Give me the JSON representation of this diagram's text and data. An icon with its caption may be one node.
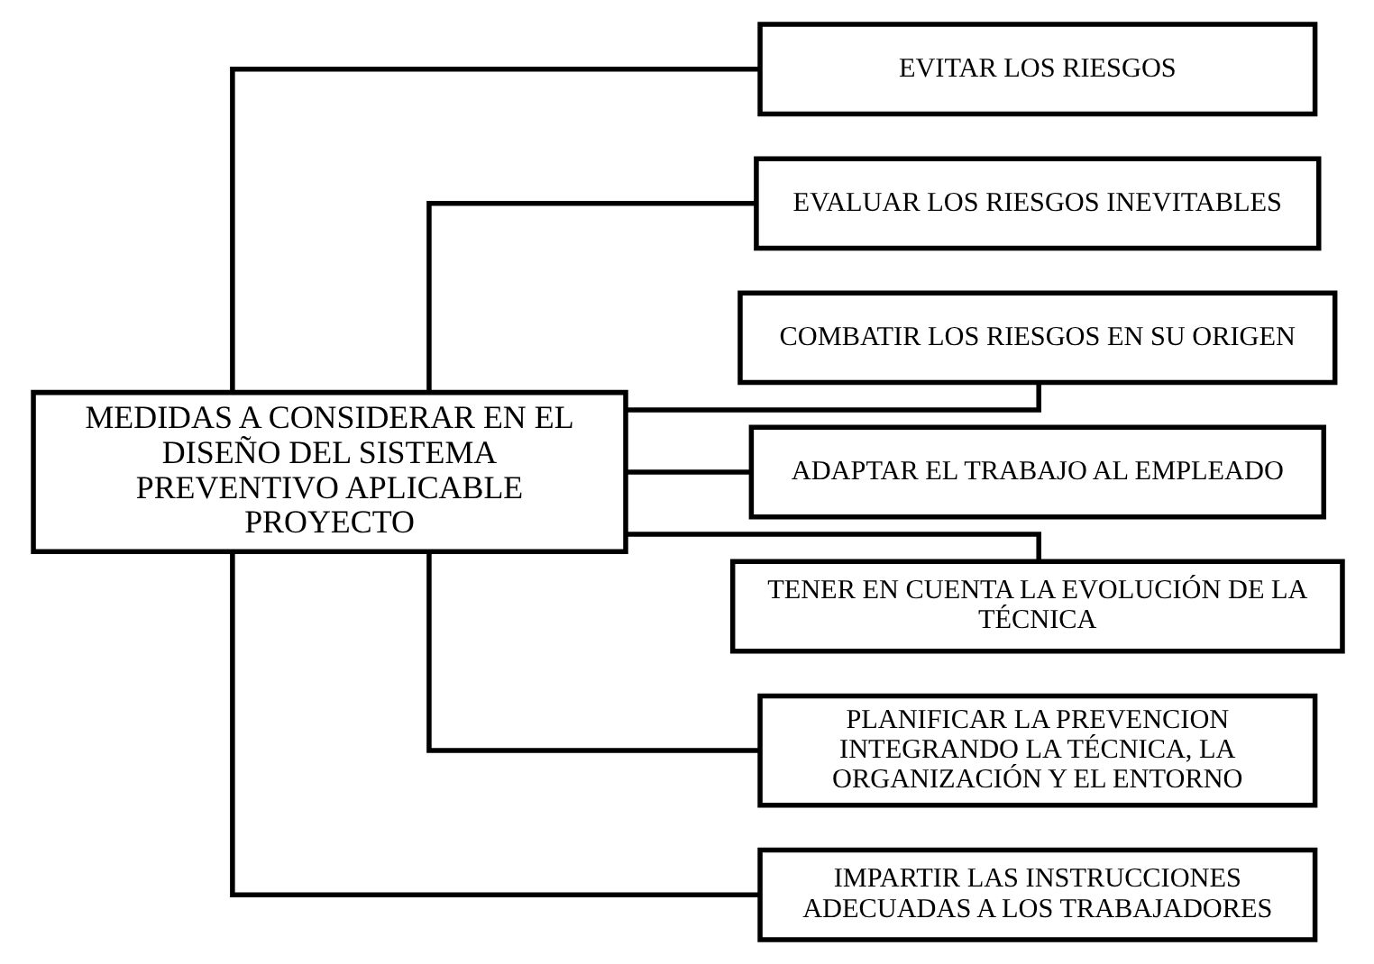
{
  "diagram": {
    "nodes": [
      {
        "text": [
          "MEDIDAS A CONSIDERAR EN EL DISEÑO DEL SISTEMA PREVENTIVO APLICABLE PROYECTO"
        ]
      },
      {
        "text": [
          "EVITAR LOS RIESGOS"
        ]
      },
      {
        "text": [
          "EVALUAR LOS RIESGOS INEVITABLES"
        ]
      },
      {
        "text": [
          "COMBATIR LOS RIESGOS EN SU ORIGEN"
        ]
      },
      {
        "text": [
          "ADAPTAR EL TRABAJO AL EMPLEADO"
        ]
      },
      {
        "text": [
          "TENER EN CUENTA LA EVOLUCIÓN DE LA TÉCNICA"
        ]
      },
      {
        "text": [
          "PLANIFICAR LA PREVENCION INTEGRANDO LA TÉCNICA, LA ORGANIZACIÓN Y EL ENTORNO"
        ]
      },
      {
        "text": [
          "IMPARTIR LAS INSTRUCCIONES ADECUADAS A LOS TRABAJADORES"
        ]
      }
    ],
    "edges": [
      {
        "from": 0,
        "to": 1,
        "arrow": "none"
      },
      {
        "from": 0,
        "to": 2,
        "arrow": "none"
      },
      {
        "from": 0,
        "to": 3,
        "arrow": "none"
      },
      {
        "from": 0,
        "to": 4,
        "arrow": "none"
      },
      {
        "from": 0,
        "to": 5,
        "arrow": "none"
      },
      {
        "from": 0,
        "to": 6,
        "arrow": "none"
      },
      {
        "from": 0,
        "to": 7,
        "arrow": "none"
      }
    ]
  }
}
